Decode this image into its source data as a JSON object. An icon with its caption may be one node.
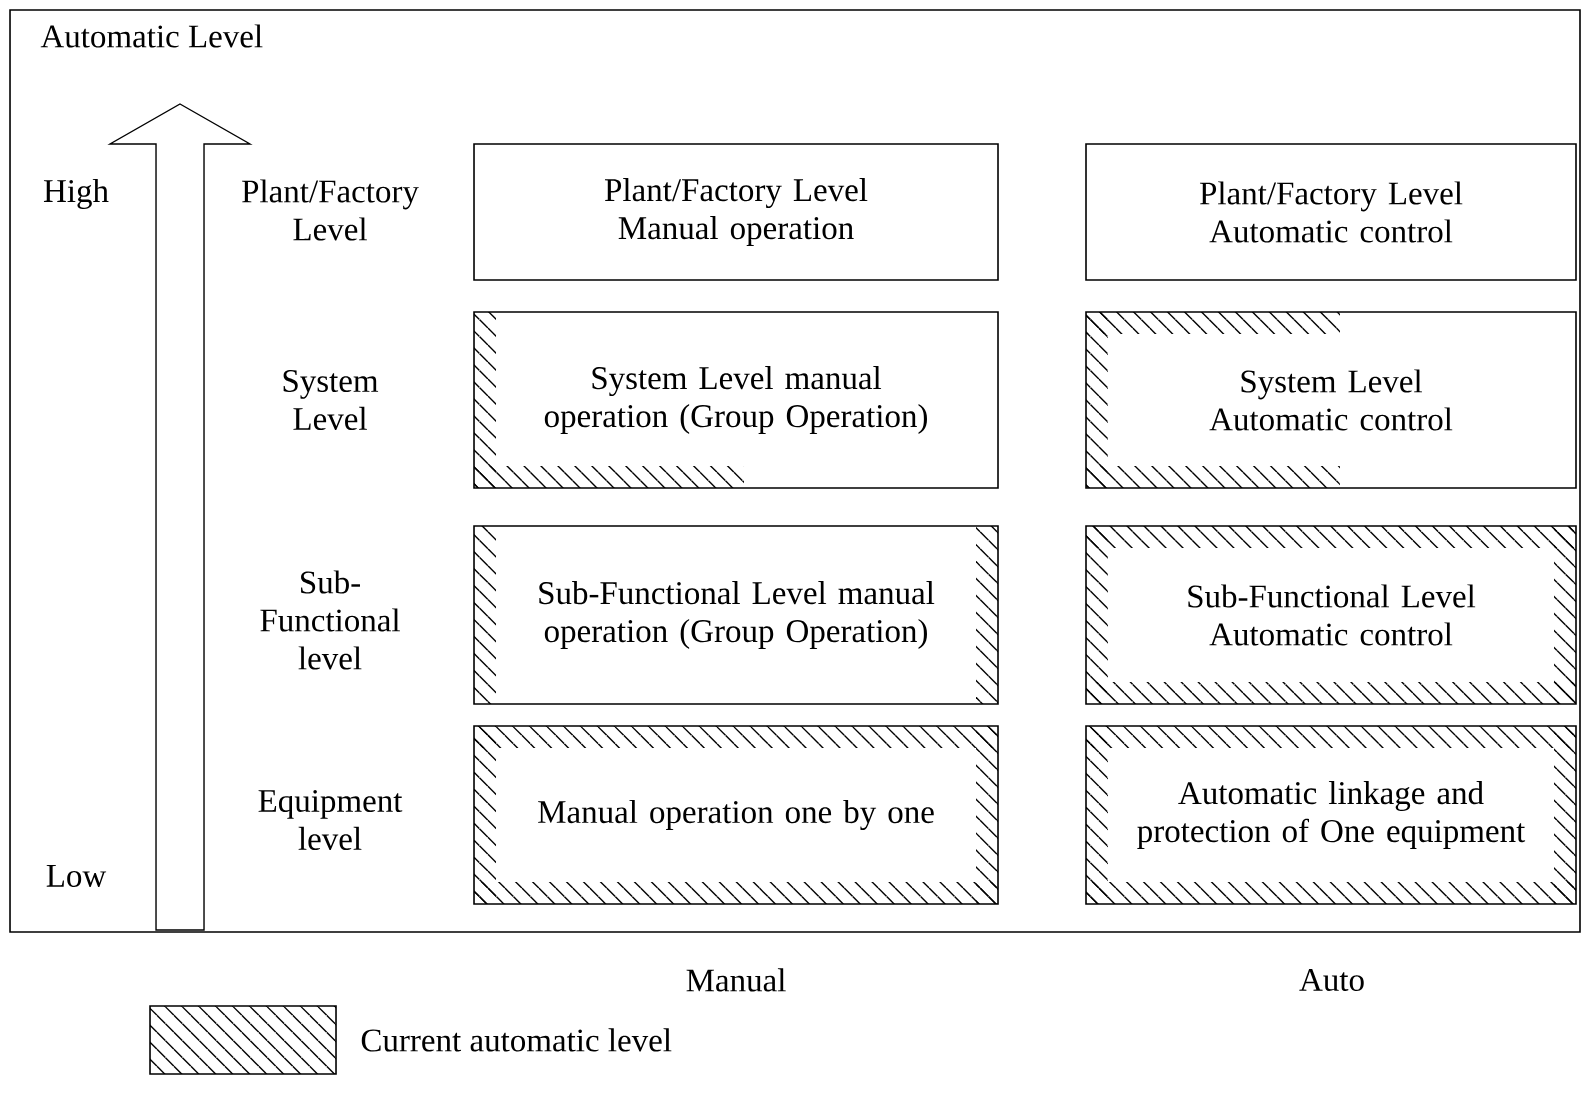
{
  "diagram": {
    "nodes": [
      {
        "text": [
          "Plant/Factory Level Manual operation"
        ]
      },
      {
        "text": [
          "Plant/Factory Level Automatic control"
        ]
      },
      {
        "text": [
          "System Level manual operation (Group Operation)"
        ]
      },
      {
        "text": [
          "System Level Automatic control"
        ]
      },
      {
        "text": [
          "Sub-Functional Level manual operation (Group Operation)"
        ]
      },
      {
        "text": [
          "Sub-Functional Level Automatic control"
        ]
      },
      {
        "text": [
          "Manual operation one by one"
        ]
      },
      {
        "text": [
          "Automatic linkage and protection of One equipment"
        ]
      }
    ],
    "labels": [
      "Automatic Level",
      "High",
      "Plant/Factory Level",
      "System Level",
      "Sub-Functional level",
      "Equipment level",
      "Low",
      "Manual",
      "Auto"
    ],
    "legend": [
      {
        "text": "Current automatic level"
      }
    ]
  }
}
